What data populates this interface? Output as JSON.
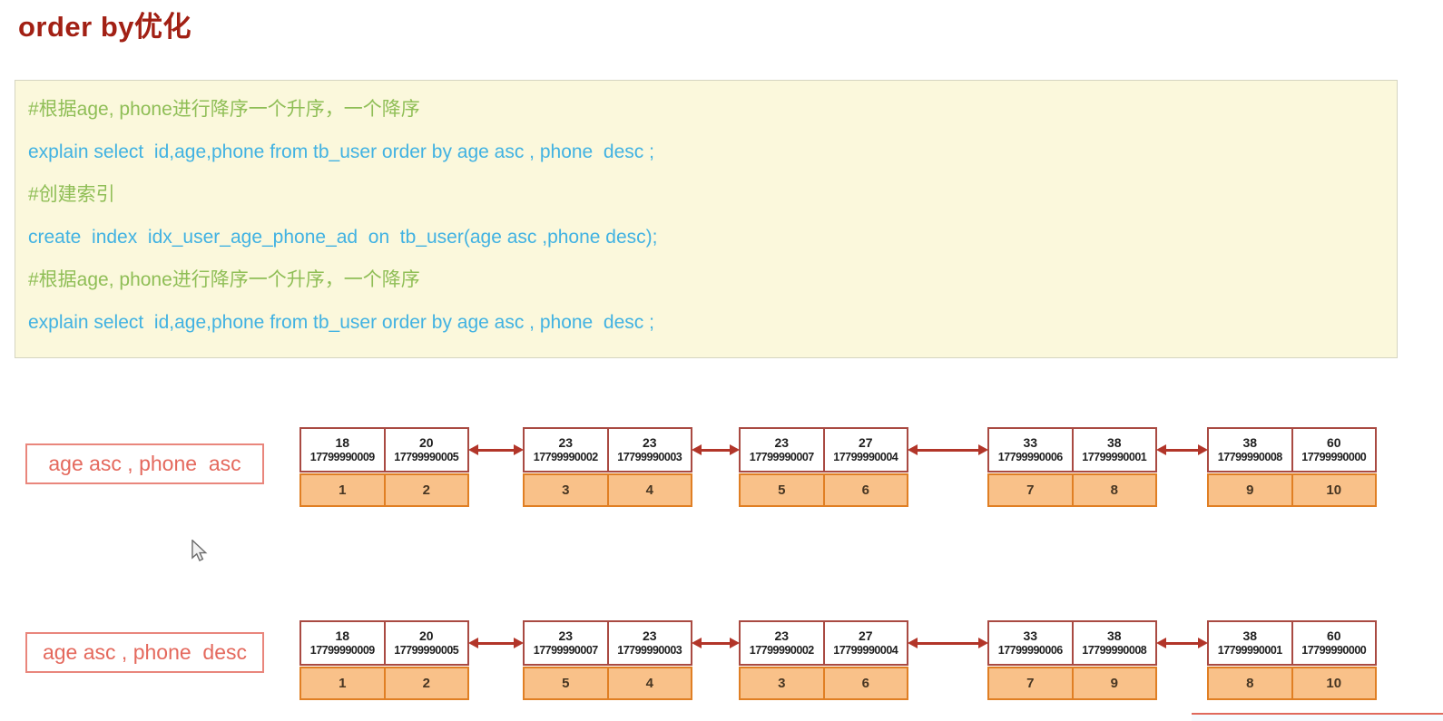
{
  "page": {
    "title": "order by优化"
  },
  "code_block": {
    "lines": [
      {
        "type": "comment",
        "text": "#根据age, phone进行降序一个升序，一个降序"
      },
      {
        "type": "sql",
        "text": "explain select  id,age,phone from tb_user order by age asc , phone  desc ;"
      },
      {
        "type": "comment",
        "text": "#创建索引"
      },
      {
        "type": "sql",
        "text": "create  index  idx_user_age_phone_ad  on  tb_user(age asc ,phone desc);"
      },
      {
        "type": "comment",
        "text": "#根据age, phone进行降序一个升序，一个降序"
      },
      {
        "type": "sql",
        "text": "explain select  id,age,phone from tb_user order by age asc , phone  desc ;"
      }
    ]
  },
  "diagrams": [
    {
      "label": "age asc , phone  asc",
      "nodes": [
        {
          "cells": [
            {
              "age": "18",
              "phone": "17799990009",
              "id": "1"
            },
            {
              "age": "20",
              "phone": "17799990005",
              "id": "2"
            }
          ]
        },
        {
          "cells": [
            {
              "age": "23",
              "phone": "17799990002",
              "id": "3"
            },
            {
              "age": "23",
              "phone": "17799990003",
              "id": "4"
            }
          ]
        },
        {
          "cells": [
            {
              "age": "23",
              "phone": "17799990007",
              "id": "5"
            },
            {
              "age": "27",
              "phone": "17799990004",
              "id": "6"
            }
          ]
        },
        {
          "cells": [
            {
              "age": "33",
              "phone": "17799990006",
              "id": "7"
            },
            {
              "age": "38",
              "phone": "17799990001",
              "id": "8"
            }
          ]
        },
        {
          "cells": [
            {
              "age": "38",
              "phone": "17799990008",
              "id": "9"
            },
            {
              "age": "60",
              "phone": "17799990000",
              "id": "10"
            }
          ]
        }
      ]
    },
    {
      "label": "age asc , phone  desc",
      "nodes": [
        {
          "cells": [
            {
              "age": "18",
              "phone": "17799990009",
              "id": "1"
            },
            {
              "age": "20",
              "phone": "17799990005",
              "id": "2"
            }
          ]
        },
        {
          "cells": [
            {
              "age": "23",
              "phone": "17799990007",
              "id": "5"
            },
            {
              "age": "23",
              "phone": "17799990003",
              "id": "4"
            }
          ]
        },
        {
          "cells": [
            {
              "age": "23",
              "phone": "17799990002",
              "id": "3"
            },
            {
              "age": "27",
              "phone": "17799990004",
              "id": "6"
            }
          ]
        },
        {
          "cells": [
            {
              "age": "33",
              "phone": "17799990006",
              "id": "7"
            },
            {
              "age": "38",
              "phone": "17799990008",
              "id": "9"
            }
          ]
        },
        {
          "cells": [
            {
              "age": "38",
              "phone": "17799990001",
              "id": "8"
            },
            {
              "age": "60",
              "phone": "17799990000",
              "id": "10"
            }
          ]
        }
      ]
    }
  ],
  "colors": {
    "title_red": "#a22014",
    "comment_green": "#8fbe56",
    "sql_blue": "#41b2e2",
    "code_box_bg": "#fbf8dc",
    "label_red": "#e4695d",
    "node_border_red": "#a94a42",
    "arrow_red": "#b23529",
    "id_cell_bg": "#f9c189",
    "id_cell_border": "#e07f24"
  }
}
